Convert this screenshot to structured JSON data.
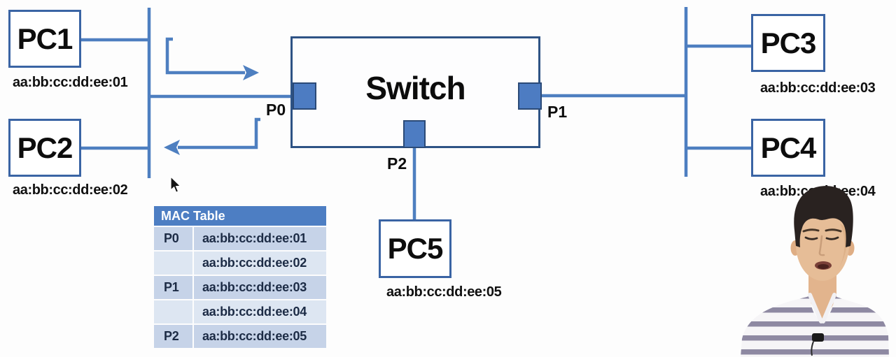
{
  "diagram": {
    "switch": {
      "label": "Switch"
    },
    "ports": {
      "p0": "P0",
      "p1": "P1",
      "p2": "P2"
    },
    "nodes": {
      "pc1": {
        "label": "PC1",
        "mac": "aa:bb:cc:dd:ee:01"
      },
      "pc2": {
        "label": "PC2",
        "mac": "aa:bb:cc:dd:ee:02"
      },
      "pc3": {
        "label": "PC3",
        "mac": "aa:bb:cc:dd:ee:03"
      },
      "pc4": {
        "label": "PC4",
        "mac": "aa:bb:cc:dd:ee:04"
      },
      "pc5": {
        "label": "PC5",
        "mac": "aa:bb:cc:dd:ee:05"
      }
    },
    "colors": {
      "line_blue": "#4e7fc0",
      "pc_border_blue": "#3a64a4",
      "switch_border_blue": "#2e5385",
      "port_fill": "#4d7cc2",
      "table_header_bg": "#4d7ec3",
      "table_row_dark": "#c6d3e8",
      "table_row_light": "#dde6f2",
      "table_text_navy": "#1c2b45"
    }
  },
  "mac_table": {
    "title": "MAC Table",
    "rows": [
      {
        "port": "P0",
        "mac": "aa:bb:cc:dd:ee:01"
      },
      {
        "port": "",
        "mac": "aa:bb:cc:dd:ee:02"
      },
      {
        "port": "P1",
        "mac": "aa:bb:cc:dd:ee:03"
      },
      {
        "port": "",
        "mac": "aa:bb:cc:dd:ee:04"
      },
      {
        "port": "P2",
        "mac": "aa:bb:cc:dd:ee:05"
      }
    ]
  }
}
